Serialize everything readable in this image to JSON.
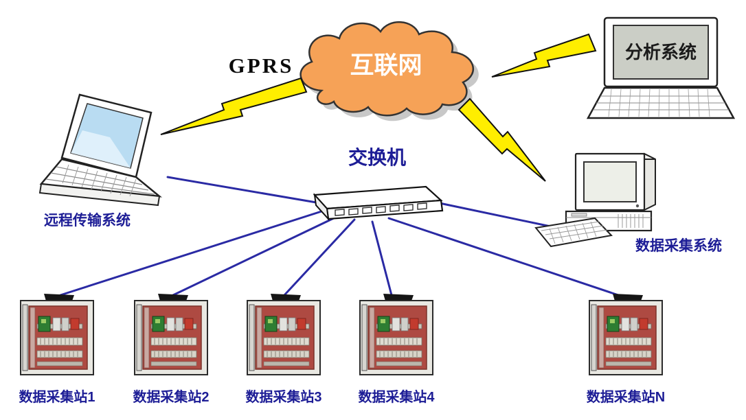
{
  "cloud": {
    "label": "互联网"
  },
  "gprs": {
    "label": "GPRS"
  },
  "switch": {
    "label": "交换机"
  },
  "remote_system": {
    "label": "远程传输系统"
  },
  "analysis_system": {
    "label": "分析系统"
  },
  "acquisition_system": {
    "label": "数据采集系统"
  },
  "stations": [
    {
      "label": "数据采集站1"
    },
    {
      "label": "数据采集站2"
    },
    {
      "label": "数据采集站3"
    },
    {
      "label": "数据采集站4"
    },
    {
      "label": "数据采集站N"
    }
  ],
  "connections": [
    {
      "from": "远程传输系统",
      "to": "互联网",
      "type": "wireless-gprs"
    },
    {
      "from": "互联网",
      "to": "分析系统",
      "type": "wireless"
    },
    {
      "from": "互联网",
      "to": "数据采集系统",
      "type": "wireless"
    },
    {
      "from": "远程传输系统",
      "to": "交换机",
      "type": "wired"
    },
    {
      "from": "交换机",
      "to": "数据采集系统",
      "type": "wired"
    },
    {
      "from": "交换机",
      "to": "数据采集站1",
      "type": "wired"
    },
    {
      "from": "交换机",
      "to": "数据采集站2",
      "type": "wired"
    },
    {
      "from": "交换机",
      "to": "数据采集站3",
      "type": "wired"
    },
    {
      "from": "交换机",
      "to": "数据采集站4",
      "type": "wired"
    },
    {
      "from": "交换机",
      "to": "数据采集站N",
      "type": "wired"
    }
  ],
  "colors": {
    "cloud_fill": "#F6A257",
    "cloud_text": "#FFFFFF",
    "label_blue": "#1D1D96",
    "line_blue": "#2A2AA4",
    "lightning_yellow": "#FFEE00",
    "cabinet_red": "#AE4A42",
    "screen_blue": "#B9DCF2",
    "screen_gray": "#CBCEC6"
  }
}
